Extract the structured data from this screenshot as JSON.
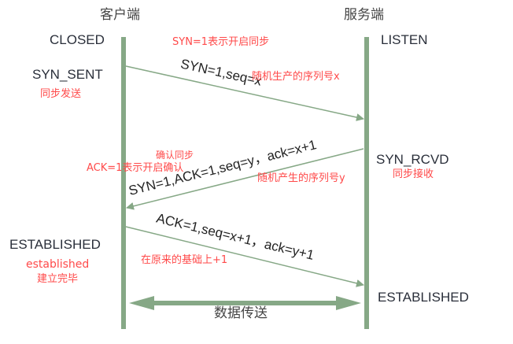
{
  "diagram": {
    "title": "TCP three-way handshake",
    "colors": {
      "lifeline": "#86a886",
      "annotation": "#ff4a4a",
      "text": "#2a2f3a"
    },
    "client": {
      "header": "客户端",
      "states": {
        "closed": "CLOSED",
        "syn_sent": "SYN_SENT",
        "syn_sent_note": "同步发送",
        "established": "ESTABLISHED",
        "established_note_en": "established",
        "established_note_cn": "建立完毕"
      }
    },
    "server": {
      "header": "服务端",
      "states": {
        "listen": "LISTEN",
        "syn_rcvd": "SYN_RCVD",
        "syn_rcvd_note": "同步接收",
        "established": "ESTABLISHED"
      }
    },
    "messages": [
      {
        "direction": "client-to-server",
        "label": "SYN=1,seq=x",
        "notes": [
          "SYN=1表示开启同步",
          "随机生产的序列号x"
        ]
      },
      {
        "direction": "server-to-client",
        "label": "SYN=1,ACK=1,seq=y，ack=x+1",
        "notes": [
          "确认同步",
          "ACK=1表示开启确认",
          "随机产生的序列号y"
        ]
      },
      {
        "direction": "client-to-server",
        "label": "ACK=1,seq=x+1，ack=y+1",
        "notes": [
          "在原来的基础上+1"
        ]
      }
    ],
    "data_transfer": {
      "label": "数据传送",
      "direction": "bidirectional"
    }
  }
}
